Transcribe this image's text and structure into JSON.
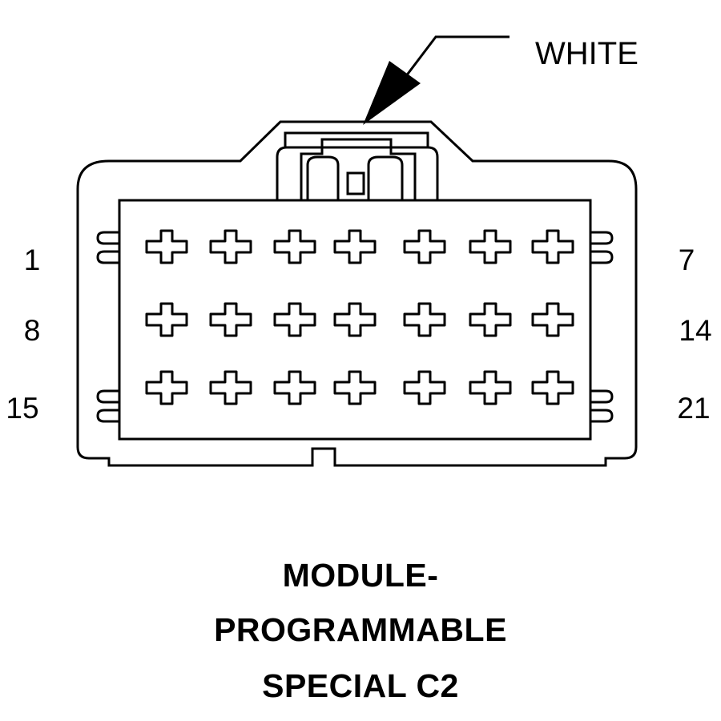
{
  "diagram": {
    "callout": {
      "label": "WHITE",
      "color_name": "white"
    },
    "pin_labels": {
      "row1_left": "1",
      "row1_right": "7",
      "row2_left": "8",
      "row2_right": "14",
      "row3_left": "15",
      "row3_right": "21"
    },
    "pin_count": 21,
    "rows": 3,
    "columns": 7,
    "caption": {
      "line1": "MODULE-",
      "line2": "PROGRAMMABLE",
      "line3": "SPECIAL C2"
    },
    "colors": {
      "stroke": "#000000",
      "background": "#ffffff"
    },
    "icons": {
      "terminal": "cross-terminal-icon",
      "pointer": "arrow-icon"
    }
  }
}
